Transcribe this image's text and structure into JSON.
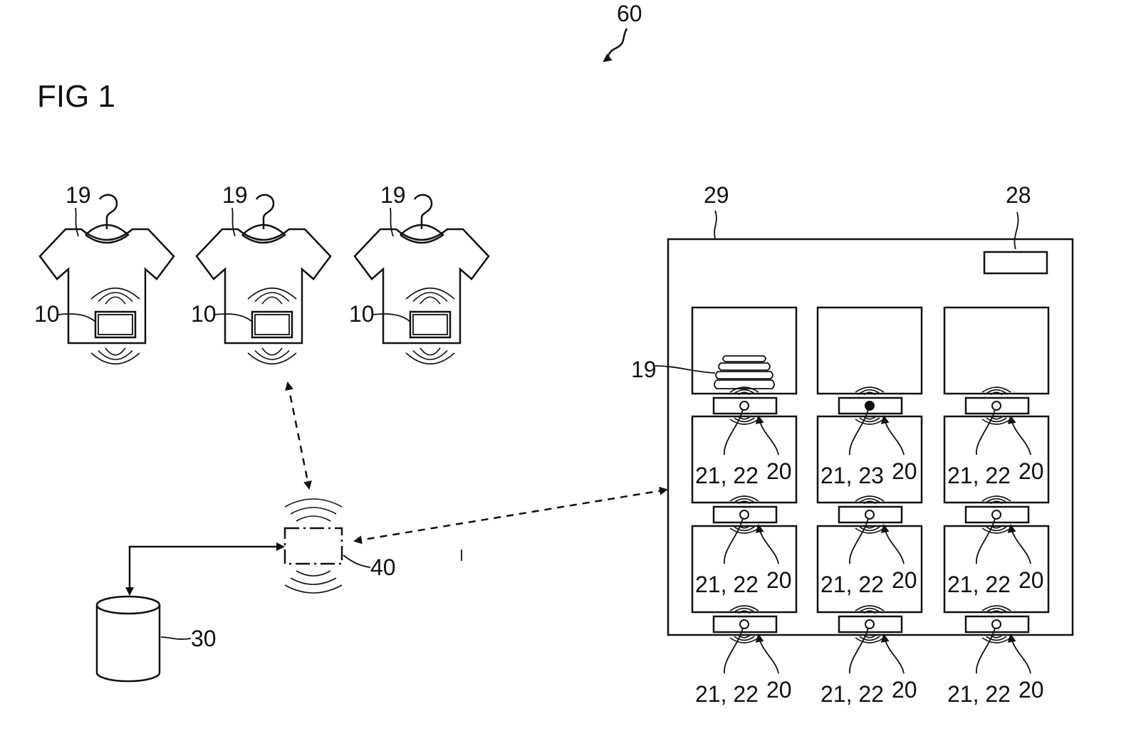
{
  "figure": {
    "title": "FIG 1",
    "system_ref": "60"
  },
  "garments": [
    {
      "garment_ref": "19",
      "tag_ref": "10"
    },
    {
      "garment_ref": "19",
      "tag_ref": "10"
    },
    {
      "garment_ref": "19",
      "tag_ref": "10"
    }
  ],
  "database": {
    "ref": "30"
  },
  "reader": {
    "ref": "40"
  },
  "cabinet": {
    "ref": "29",
    "display_ref": "28",
    "folded_item_ref": "19",
    "callouts": [
      {
        "tags": "21, 22",
        "sensor": "20"
      },
      {
        "tags": "21, 23",
        "sensor": "20"
      },
      {
        "tags": "21, 22",
        "sensor": "20"
      },
      {
        "tags": "21, 22",
        "sensor": "20"
      },
      {
        "tags": "21, 22",
        "sensor": "20"
      },
      {
        "tags": "21, 22",
        "sensor": "20"
      },
      {
        "tags": "21, 22",
        "sensor": "20"
      },
      {
        "tags": "21, 22",
        "sensor": "20"
      },
      {
        "tags": "21, 22",
        "sensor": "20"
      }
    ]
  }
}
